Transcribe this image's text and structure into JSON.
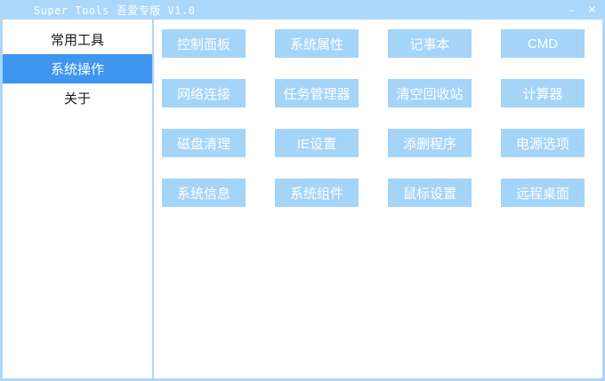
{
  "window": {
    "title": "Super Tools 吾爱专版 V1.0",
    "controls": {
      "minimize_glyph": "–",
      "close_glyph": "✕"
    },
    "colors": {
      "titlebar": "#ABD7FB",
      "border": "#ABD7FB",
      "tool_button_bg": "#A4D4F8",
      "tool_button_text": "#FFFFFF",
      "sidebar_selected_bg": "#3E96F0",
      "sidebar_selected_text": "#FFFFFF",
      "sidebar_text": "#1A1A1A"
    }
  },
  "sidebar": {
    "items": [
      {
        "label": "常用工具",
        "selected": false
      },
      {
        "label": "系统操作",
        "selected": true
      },
      {
        "label": "关于",
        "selected": false
      }
    ]
  },
  "main": {
    "buttons": [
      "控制面板",
      "系统属性",
      "记事本",
      "CMD",
      "网络连接",
      "任务管理器",
      "清空回收站",
      "计算器",
      "磁盘清理",
      "IE设置",
      "添删程序",
      "电源选项",
      "系统信息",
      "系统组件",
      "鼠标设置",
      "远程桌面"
    ]
  }
}
